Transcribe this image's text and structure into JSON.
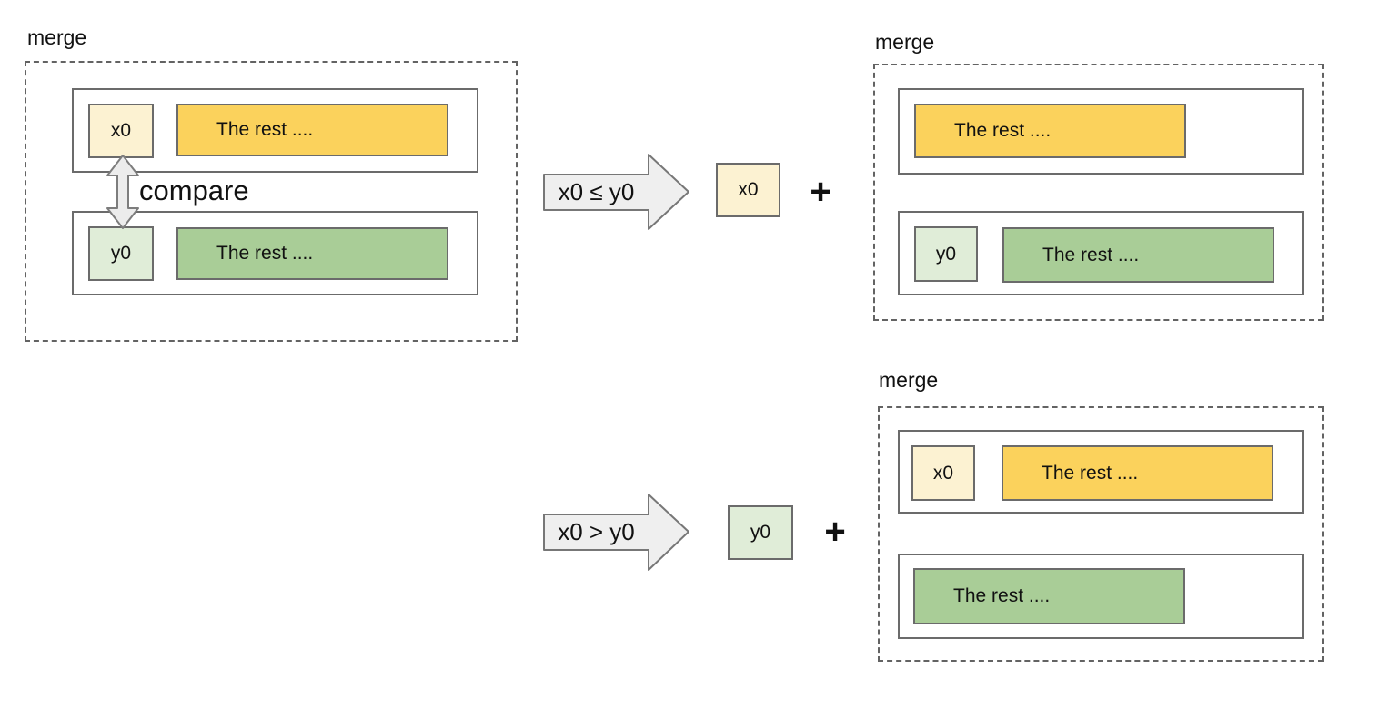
{
  "colors": {
    "yellow": "#FBD25C",
    "cream": "#FCF2D2",
    "green": "#A9CD97",
    "light_green": "#E0EDD8",
    "arrow_fill": "#EFEFEF",
    "border_gray": "#6B6B6B"
  },
  "left_group": {
    "title": "merge",
    "compare_label": "compare",
    "row_x": {
      "head": "x0",
      "rest": "The rest ...."
    },
    "row_y": {
      "head": "y0",
      "rest": "The rest ...."
    }
  },
  "case_le": {
    "condition": "x0 ≤ y0",
    "picked_head": "x0",
    "plus": "+",
    "result": {
      "title": "merge",
      "row_x": {
        "rest": "The rest ...."
      },
      "row_y": {
        "head": "y0",
        "rest": "The rest ...."
      }
    }
  },
  "case_gt": {
    "condition": "x0 > y0",
    "picked_head": "y0",
    "plus": "+",
    "result": {
      "title": "merge",
      "row_x": {
        "head": "x0",
        "rest": "The rest ...."
      },
      "row_y": {
        "rest": "The rest ...."
      }
    }
  }
}
